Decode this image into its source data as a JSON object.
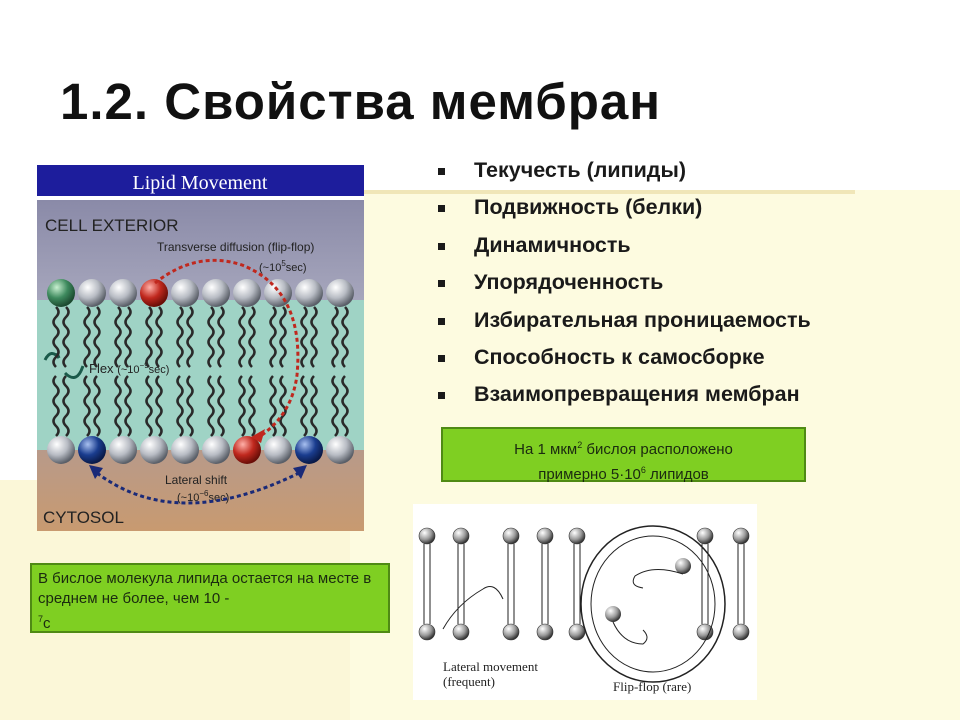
{
  "slide": {
    "title": "1.2. Свойства мембран",
    "properties": [
      "Текучесть (липиды)",
      "Подвижность (белки)",
      "Динамичность",
      "Упорядоченность",
      "Избирательная проницаемость",
      "Способность к самосборке",
      "Взаимопревращения мембран"
    ],
    "note_top": {
      "line1_a": "На 1 мкм",
      "line1_sup": "2",
      "line1_b": " бислоя расположено",
      "line2_a": "примерно 5·10",
      "line2_sup": "6",
      "line2_b": " липидов"
    },
    "note_bottom": {
      "text": "В бислое молекула липида остается на месте в среднем не более, чем 10 -",
      "sup": "7",
      "suffix": "с"
    }
  },
  "figure_lipid": {
    "header": "Lipid Movement",
    "cell_exterior": "CELL EXTERIOR",
    "cytosol": "CYTOSOL",
    "transverse": "Transverse diffusion (flip-flop)",
    "transverse_time_a": "(~10",
    "transverse_time_sup": "5",
    "transverse_time_b": "sec)",
    "flex": "Flex",
    "flex_time_a": "(~10",
    "flex_time_sup": "−9",
    "flex_time_b": "sec)",
    "lateral": "Lateral shift",
    "lateral_time_a": "(~10",
    "lateral_time_sup": "−6",
    "lateral_time_b": "sec)",
    "colors": {
      "header_bg": "#1d1d9c",
      "exterior_bg": "#8f8fae",
      "core_bg": "#9fd3c5",
      "cytosol_bg": "#c8a07e",
      "head_gray": "#b8bcc4",
      "head_green": "#3e8a5e",
      "head_red": "#c0281e",
      "head_blue": "#1a3d8f",
      "arrow_red": "#c0281e",
      "arrow_blue": "#1a2a78"
    }
  },
  "figure_bw": {
    "lateral": "Lateral movement",
    "lateral_sub": "(frequent)",
    "flipflop": "Flip-flop (rare)"
  }
}
